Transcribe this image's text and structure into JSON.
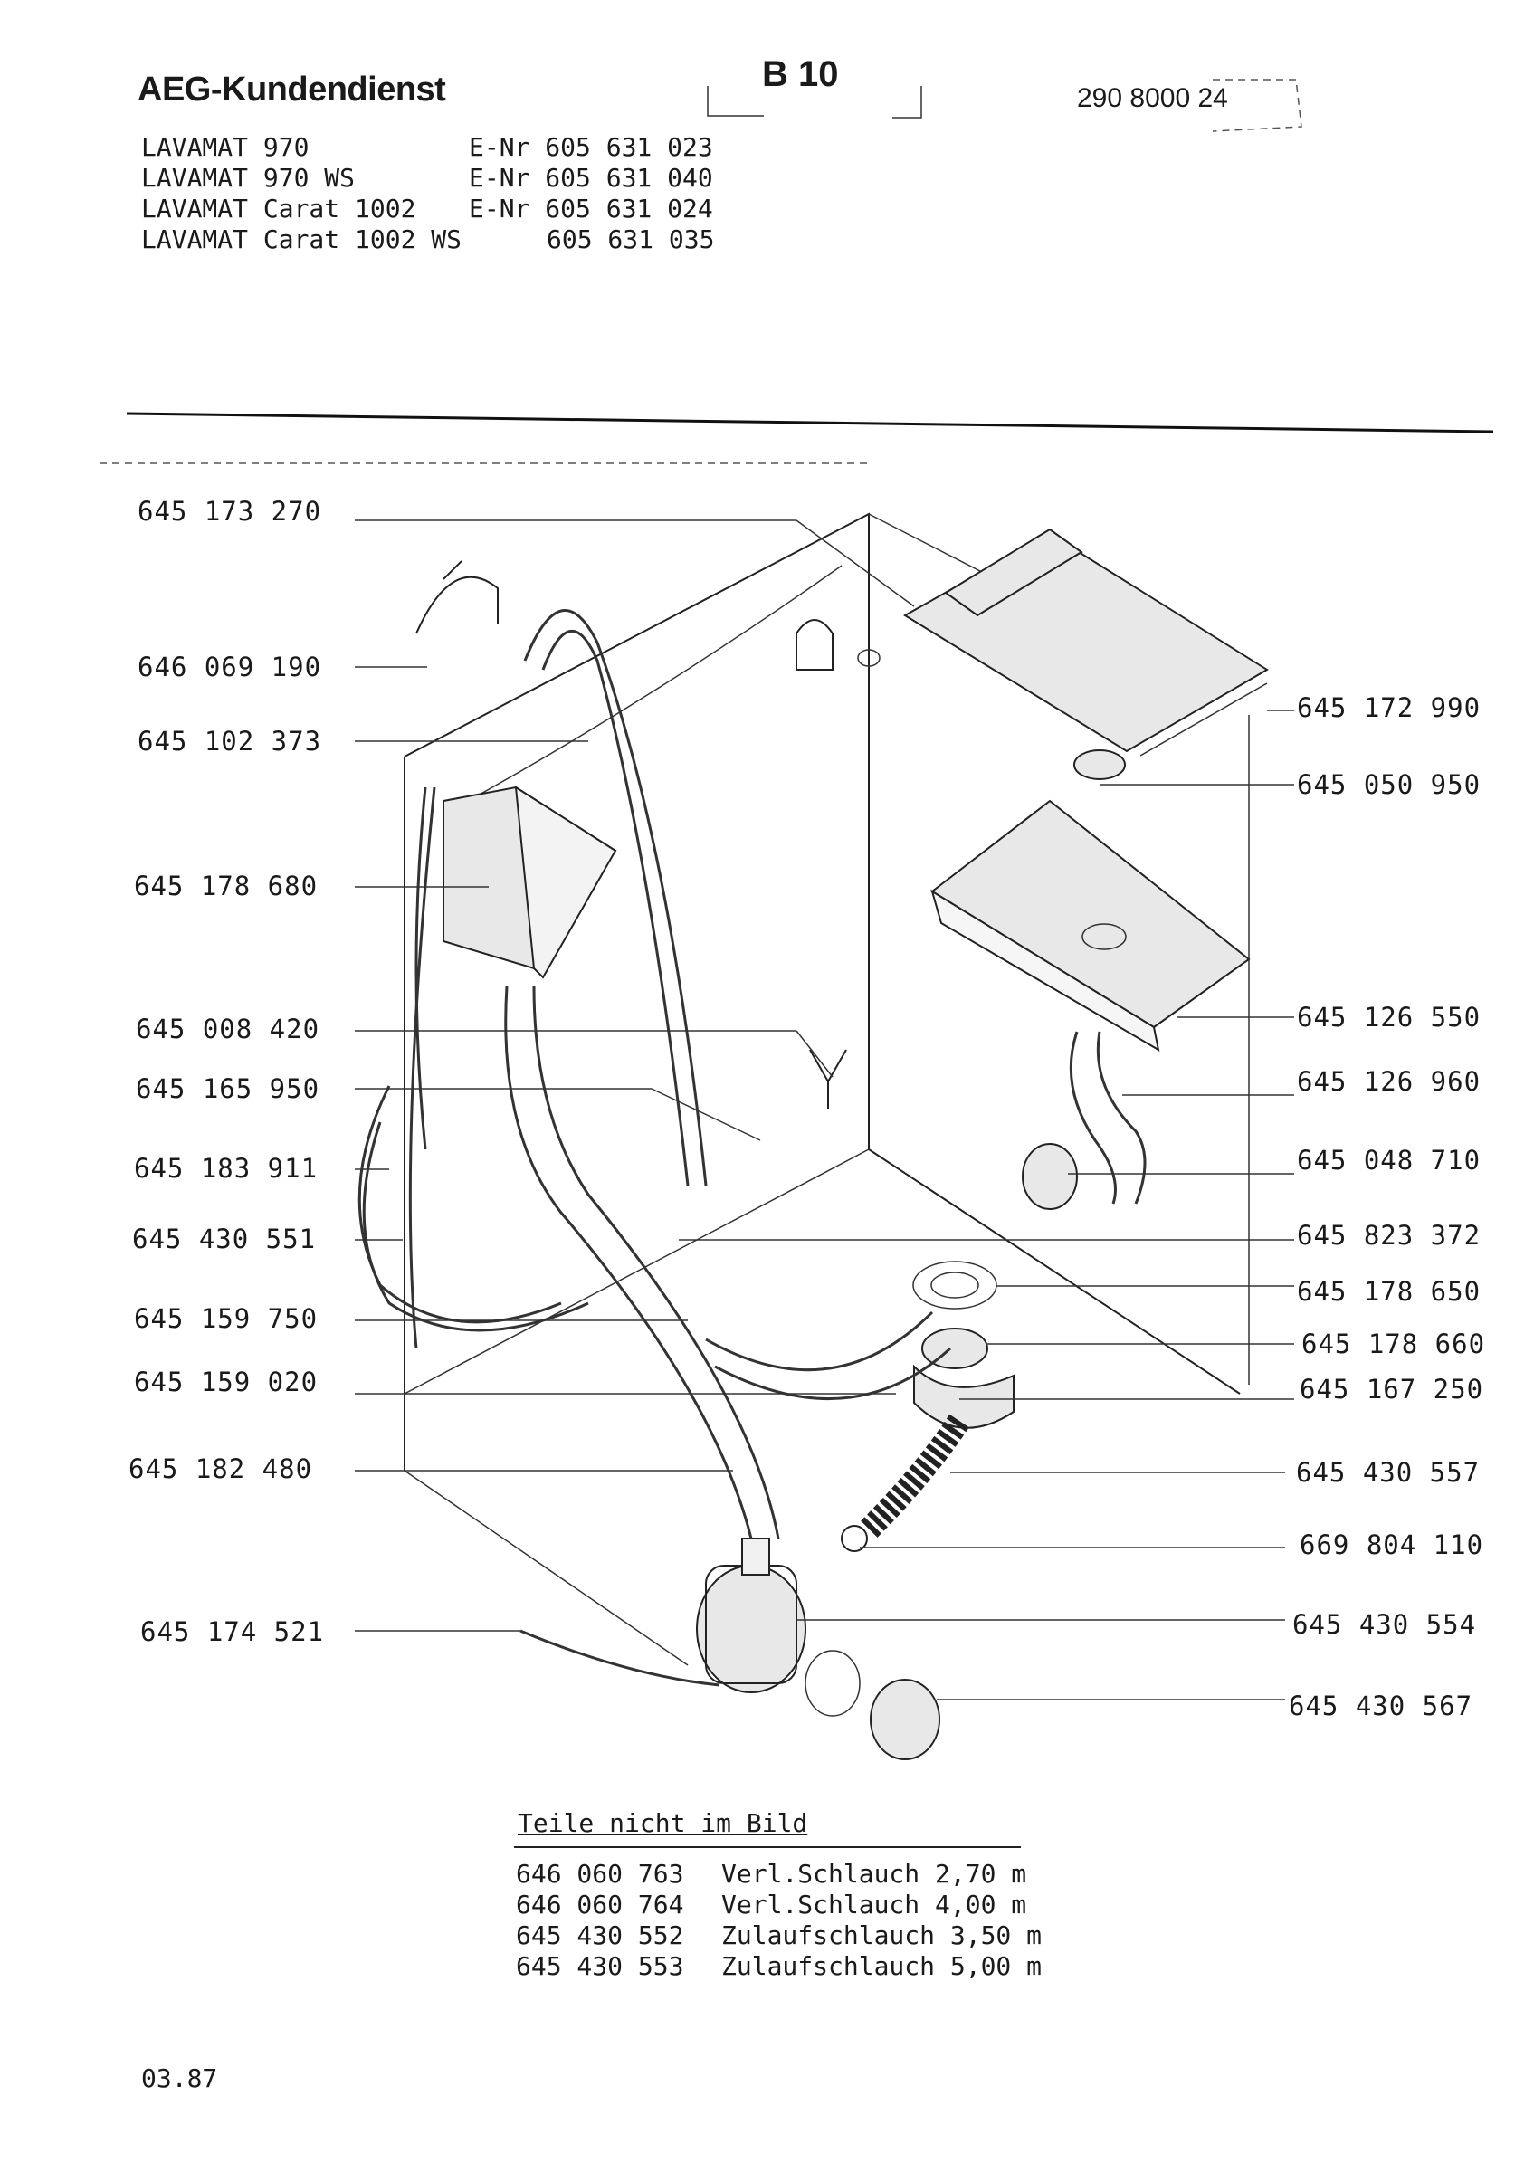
{
  "header": {
    "brand": "AEG-Kundendienst",
    "page_code": "B 10",
    "doc_number": "290 8000 24"
  },
  "models": [
    {
      "name": "LAVAMAT 970",
      "enr": "E-Nr 605 631 023"
    },
    {
      "name": "LAVAMAT 970 WS",
      "enr": "E-Nr 605 631 040"
    },
    {
      "name": "LAVAMAT Carat 1002",
      "enr": "E-Nr 605 631 024"
    },
    {
      "name": "LAVAMAT Carat 1002 WS",
      "enr": "605 631 035"
    }
  ],
  "parts_left": [
    "645 173 270",
    "646 069 190",
    "645 102 373",
    "645 178 680",
    "645 008 420",
    "645 165 950",
    "645 183 911",
    "645 430 551",
    "645 159 750",
    "645 159 020",
    "645 182 480",
    "645 174 521"
  ],
  "parts_right": [
    "645 172 990",
    "645 050 950",
    "645 126 550",
    "645 126 960",
    "645 048 710",
    "645 823 372",
    "645 178 650",
    "645 178 660",
    "645 167 250",
    "645 430 557",
    "669 804 110",
    "645 430 554",
    "645 430 567"
  ],
  "not_shown": {
    "title": "Teile nicht im Bild",
    "items": [
      {
        "part": "646 060 763",
        "desc": "Verl.Schlauch 2,70 m"
      },
      {
        "part": "646 060 764",
        "desc": "Verl.Schlauch 4,00 m"
      },
      {
        "part": "645 430 552",
        "desc": "Zulaufschlauch 3,50 m"
      },
      {
        "part": "645 430 553",
        "desc": "Zulaufschlauch 5,00 m"
      }
    ]
  },
  "footer": {
    "date_code": "03.87"
  }
}
